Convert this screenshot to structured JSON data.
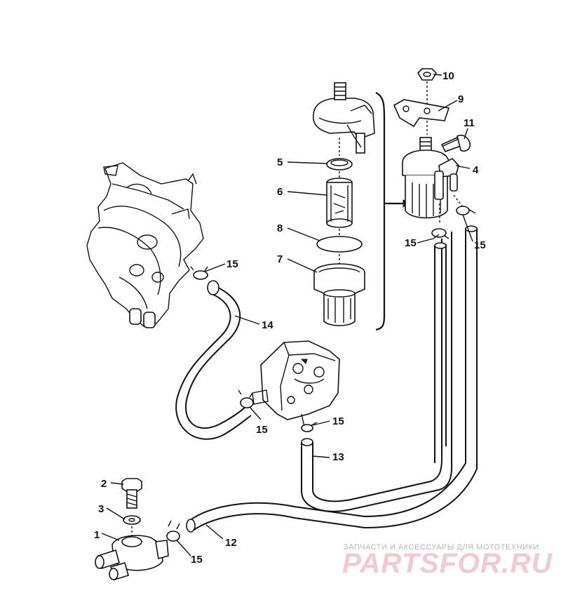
{
  "callouts": {
    "c1": "1",
    "c2": "2",
    "c3": "3",
    "c4": "4",
    "c5": "5",
    "c6": "6",
    "c7": "7",
    "c8": "8",
    "c9": "9",
    "c10": "10",
    "c11": "11",
    "c12": "12",
    "c13": "13",
    "c14": "14",
    "c15a": "15",
    "c15b": "15",
    "c15c": "15",
    "c15d": "15",
    "c15e": "15",
    "c15f": "15"
  },
  "watermark": {
    "tagline": "ЗАПЧАСТИ И АКСЕССУАРЫ ДЛЯ МОТОТЕХНИКИ",
    "logo": "PARTSFOR.RU"
  }
}
